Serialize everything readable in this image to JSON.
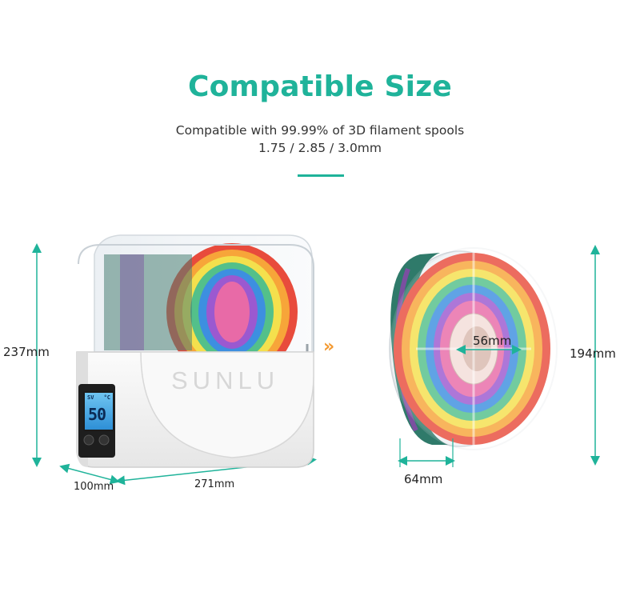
{
  "header": {
    "title": "Compatible Size",
    "subtitle_line1": "Compatible with 99.99% of 3D filament spools",
    "subtitle_line2": "1.75 / 2.85 / 3.0mm"
  },
  "dryer_box": {
    "height_label": "237mm",
    "depth_label": "100mm",
    "width_label": "271mm",
    "brand_text": "SUNLU",
    "display": {
      "sv_label": "SV",
      "unit_label": "°C",
      "value": "50"
    }
  },
  "spool": {
    "inner_diameter_label": "56mm",
    "height_label": "194mm",
    "width_label": "64mm"
  },
  "arrow_symbol": "»",
  "colors": {
    "accent": "#1fb39a",
    "arrow": "#f39a32"
  }
}
